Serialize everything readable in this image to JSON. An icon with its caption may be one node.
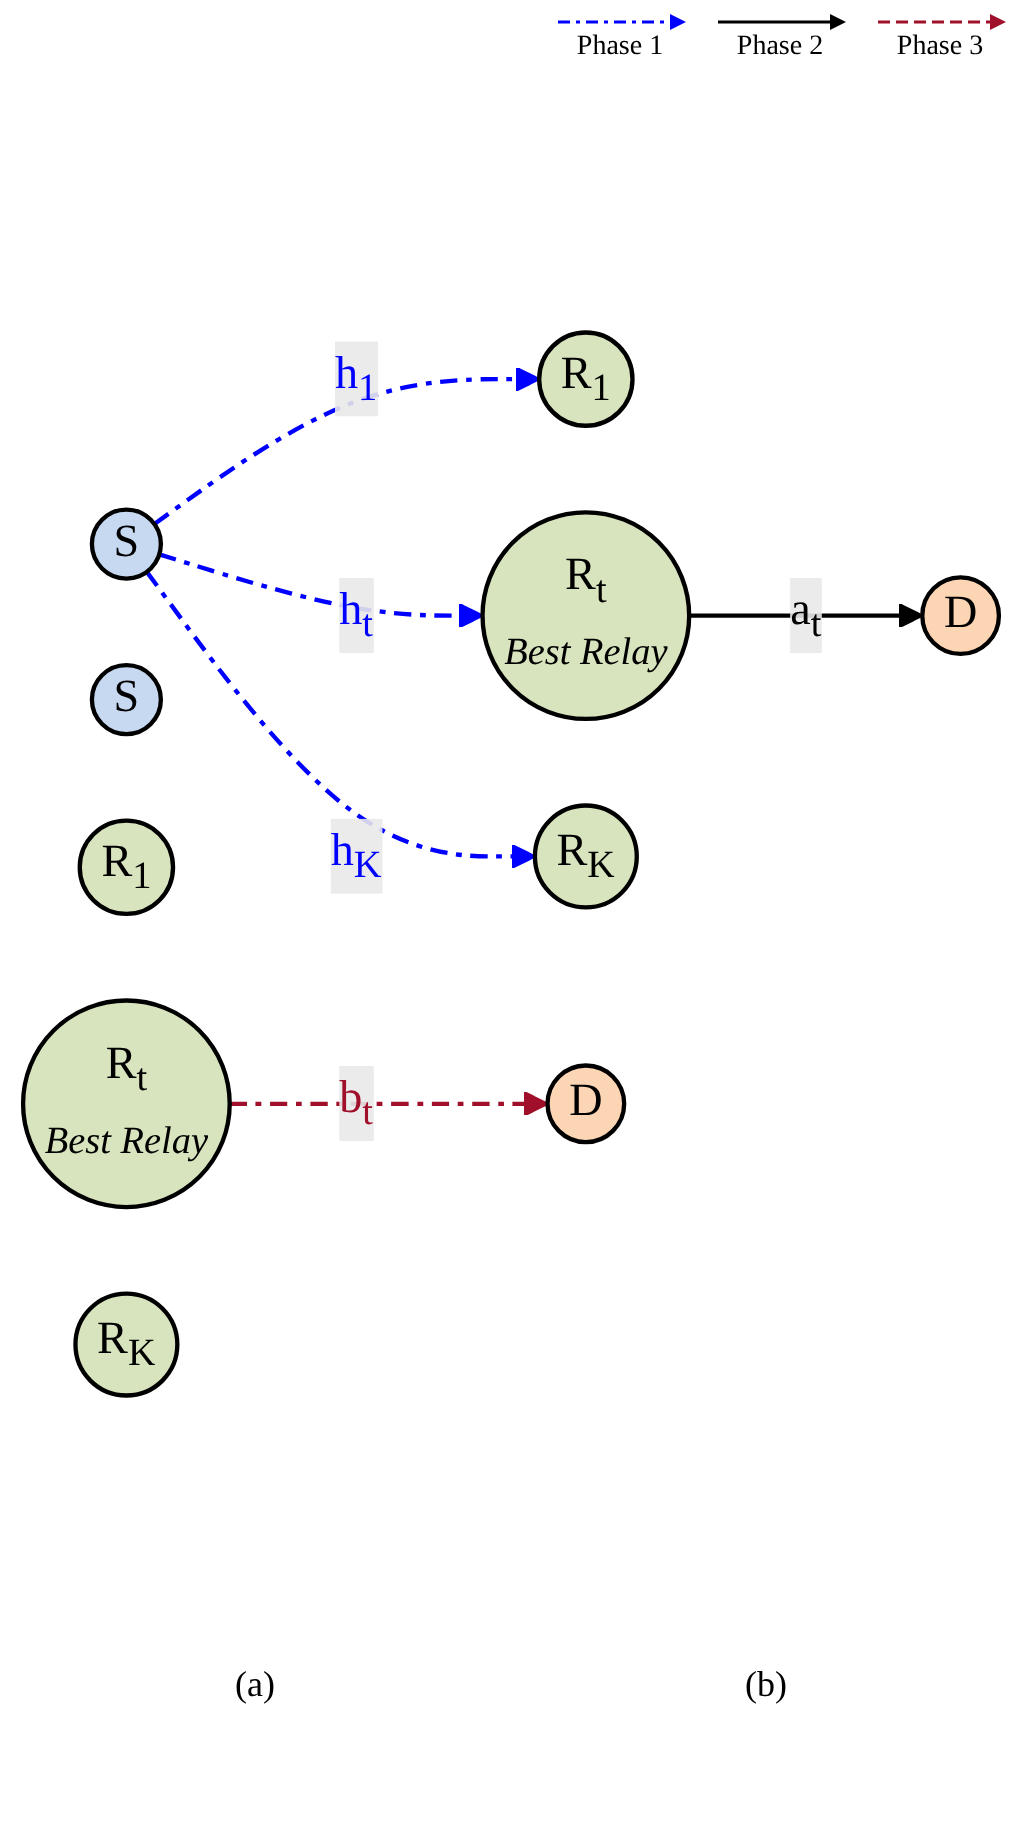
{
  "diagram": {
    "nodes": [
      {
        "text": [
          "S"
        ]
      },
      {
        "text": [
          "R$_{1}$"
        ]
      },
      {
        "text": [
          "R$_{t}$",
          "Best Relay"
        ]
      },
      {
        "text": [
          "R$_{K}$"
        ]
      },
      {
        "text": [
          "D"
        ]
      },
      {
        "text": [
          "S"
        ]
      },
      {
        "text": [
          "R$_{1}$"
        ]
      },
      {
        "text": [
          "R$_{t}$",
          "Best Relay"
        ]
      },
      {
        "text": [
          "R$_{K}$"
        ]
      },
      {
        "text": [
          "D"
        ]
      }
    ],
    "edges": [
      {
        "from": 0,
        "to": 1,
        "arrow": "to",
        "label": "h$_{1}$",
        "style": "dashed",
        "color": "#0000ff"
      },
      {
        "from": 0,
        "to": 2,
        "arrow": "to",
        "label": "h$_{t}$",
        "style": "dashed",
        "color": "#0000ff"
      },
      {
        "from": 0,
        "to": 3,
        "arrow": "to",
        "label": "h$_{K}$",
        "style": "dashed",
        "color": "#0000ff"
      },
      {
        "from": 2,
        "to": 4,
        "arrow": "to",
        "label": "a$_{t}$",
        "color": "#000000"
      },
      {
        "from": 7,
        "to": 9,
        "arrow": "to",
        "label": "b$_{t}$",
        "style": "dashed",
        "color": "#a0102a"
      }
    ],
    "labels": [
      "(a)",
      "(b)"
    ],
    "legend": [
      {
        "text": "Phase 1"
      },
      {
        "text": "Phase 2"
      },
      {
        "text": "Phase 3"
      }
    ]
  }
}
